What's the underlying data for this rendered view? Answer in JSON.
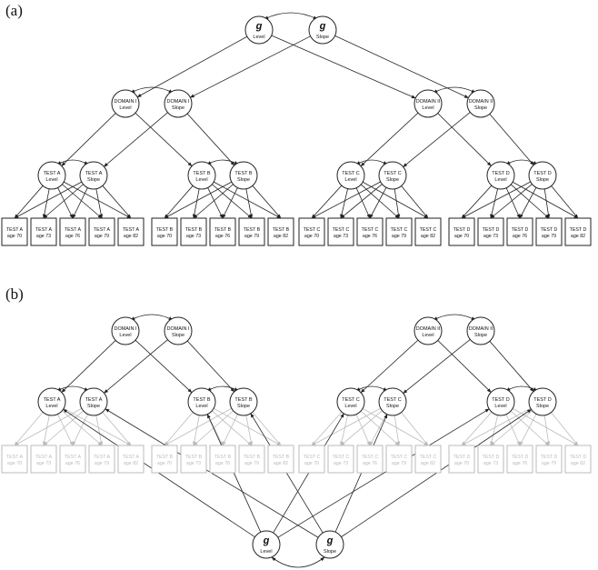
{
  "panels": {
    "a": {
      "label": "(a)",
      "g_level": {
        "symbol": "g",
        "label": "Level"
      },
      "g_slope": {
        "symbol": "g",
        "label": "Slope"
      },
      "domains": [
        {
          "level": [
            "DOMAIN I",
            "Level"
          ],
          "slope": [
            "DOMAIN I",
            "Slope"
          ]
        },
        {
          "level": [
            "DOMAIN II",
            "Level"
          ],
          "slope": [
            "DOMAIN II",
            "Slope"
          ]
        }
      ],
      "tests": [
        {
          "level": [
            "TEST A",
            "Level"
          ],
          "slope": [
            "TEST A",
            "Slope"
          ]
        },
        {
          "level": [
            "TEST B",
            "Level"
          ],
          "slope": [
            "TEST B",
            "Slope"
          ]
        },
        {
          "level": [
            "TEST C",
            "Level"
          ],
          "slope": [
            "TEST C",
            "Slope"
          ]
        },
        {
          "level": [
            "TEST D",
            "Level"
          ],
          "slope": [
            "TEST D",
            "Slope"
          ]
        }
      ],
      "test_names": [
        "TEST A",
        "TEST B",
        "TEST C",
        "TEST D"
      ],
      "ages": [
        "age 70",
        "age 73",
        "age 76",
        "age 79",
        "age 82"
      ]
    },
    "b": {
      "label": "(b)",
      "g_level": {
        "symbol": "g",
        "label": "Level"
      },
      "g_slope": {
        "symbol": "g",
        "label": "Slope"
      },
      "domains": [
        {
          "level": [
            "DOMAIN I",
            "Level"
          ],
          "slope": [
            "DOMAIN I",
            "Slope"
          ]
        },
        {
          "level": [
            "DOMAIN II",
            "Level"
          ],
          "slope": [
            "DOMAIN II",
            "Slope"
          ]
        }
      ],
      "tests": [
        {
          "level": [
            "TEST A",
            "Level"
          ],
          "slope": [
            "TEST A",
            "Slope"
          ]
        },
        {
          "level": [
            "TEST B",
            "Level"
          ],
          "slope": [
            "TEST B",
            "Slope"
          ]
        },
        {
          "level": [
            "TEST C",
            "Level"
          ],
          "slope": [
            "TEST C",
            "Slope"
          ]
        },
        {
          "level": [
            "TEST D",
            "Level"
          ],
          "slope": [
            "TEST D",
            "Slope"
          ]
        }
      ],
      "test_names": [
        "TEST A",
        "TEST B",
        "TEST C",
        "TEST D"
      ],
      "ages": [
        "age 70",
        "age 73",
        "age 76",
        "age 79",
        "age 82"
      ]
    }
  },
  "colors": {
    "stroke": "#222222",
    "faded": "#bbbbbb"
  }
}
